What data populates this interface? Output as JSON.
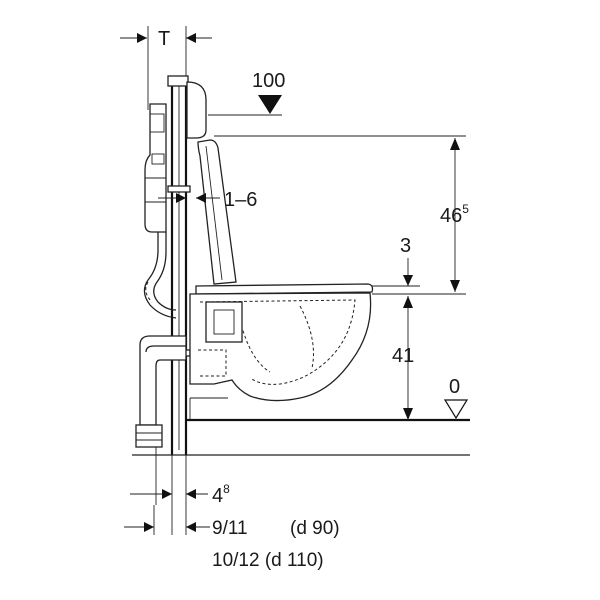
{
  "dimensions": {
    "top_depth": "T",
    "top_height": "100",
    "frame_gap": "1–6",
    "seat_height_base": "46",
    "seat_height_sup": "5",
    "seat_gap": "3",
    "bowl_height": "41",
    "floor_level": "0",
    "bottom_offset_base": "4",
    "bottom_offset_sup": "8",
    "pipe_offset_1": "9/11",
    "pipe_diameter_1": "(d 90)",
    "pipe_offset_2": "10/12 (d 110)"
  }
}
